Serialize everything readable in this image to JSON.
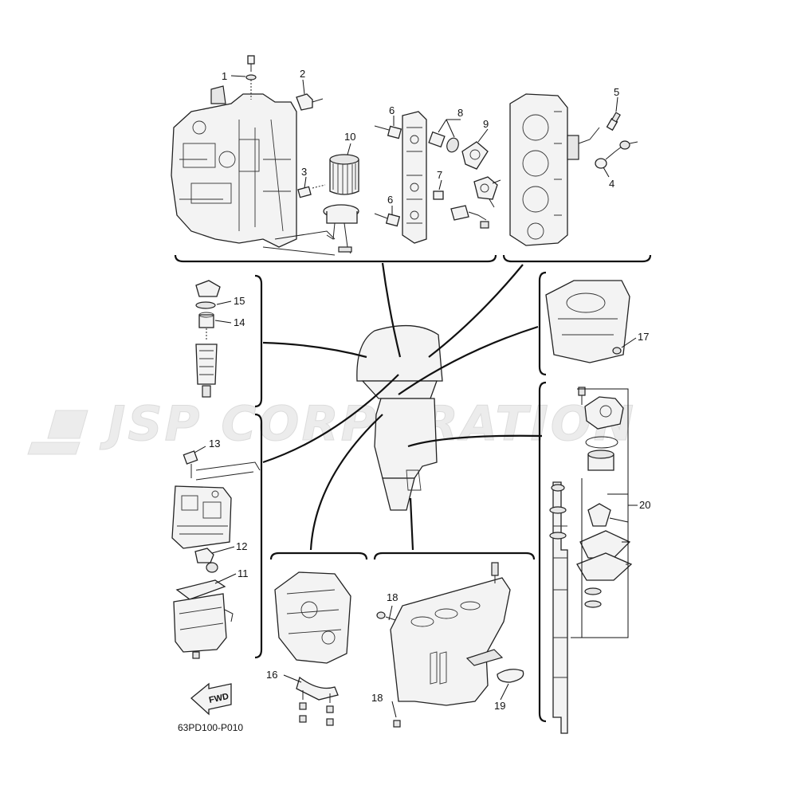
{
  "watermark": {
    "text": "JSP CORPORATION"
  },
  "diagram_code": "63PD100-P010",
  "fwd_label": "FWD",
  "callouts": {
    "c1": "1",
    "c2": "2",
    "c3": "3",
    "c4": "4",
    "c5": "5",
    "c6a": "6",
    "c6b": "6",
    "c7": "7",
    "c8": "8",
    "c9": "9",
    "c10": "10",
    "c11": "11",
    "c12": "12",
    "c13": "13",
    "c14": "14",
    "c15": "15",
    "c16": "16",
    "c17": "17",
    "c18a": "18",
    "c18b": "18",
    "c19": "19",
    "c20": "20"
  }
}
